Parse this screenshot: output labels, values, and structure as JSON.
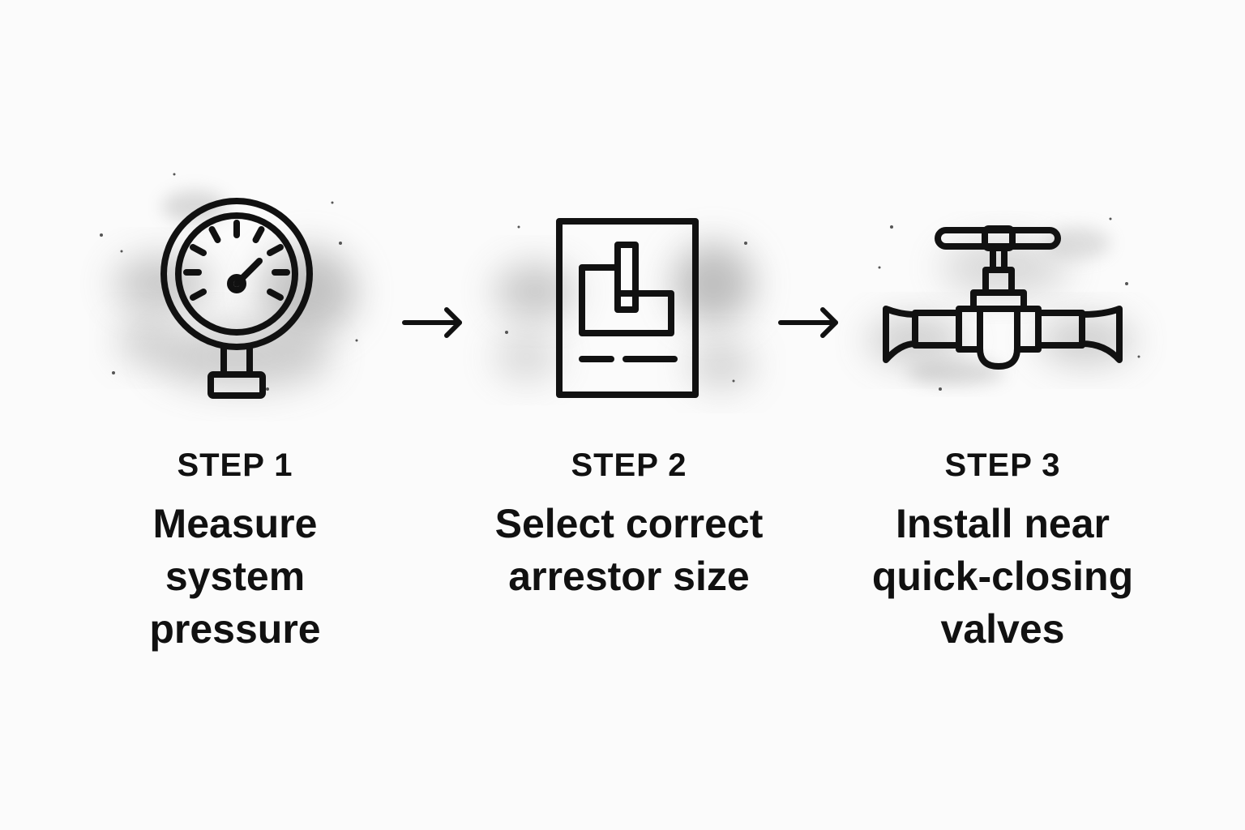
{
  "colors": {
    "background": "#fbfbfb",
    "ink": "#111111",
    "smudge": "#8c8c8c"
  },
  "steps": [
    {
      "label": "STEP 1",
      "description": "Measure\nsystem\npressure",
      "icon": "pressure-gauge-icon"
    },
    {
      "label": "STEP 2",
      "description": "Select correct\narrestor size",
      "icon": "sizing-chart-icon"
    },
    {
      "label": "STEP 3",
      "description": "Install near\nquick-closing\nvalves",
      "icon": "pipe-valve-icon"
    }
  ],
  "connectors": [
    {
      "icon": "arrow-right-icon"
    },
    {
      "icon": "arrow-right-icon"
    }
  ]
}
